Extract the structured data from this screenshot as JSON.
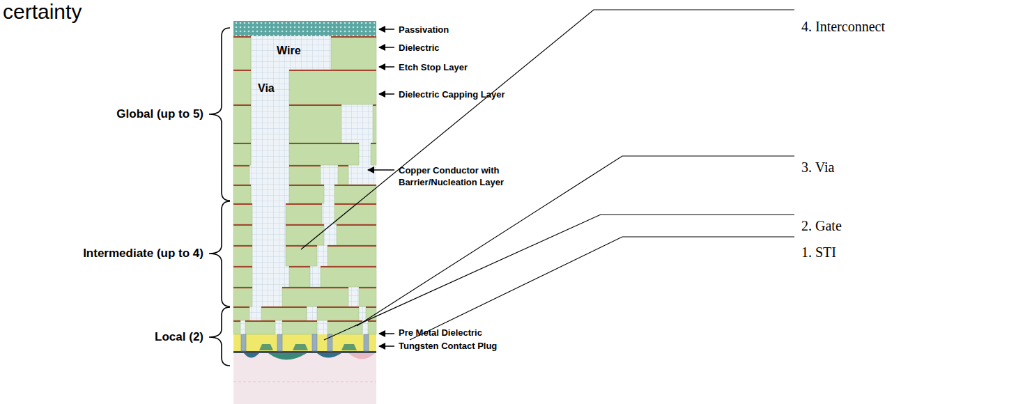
{
  "diagram": {
    "title": "certainty",
    "labels": [
      "Passivation",
      "Dielectric",
      "Etch Stop Layer",
      "Dielectric Capping Layer",
      "Copper Conductor with Barrier/Nucleation Layer",
      "Pre Metal Dielectric",
      "Tungsten Contact Plug",
      "Global (up to 5)",
      "Intermediate (up to 4)",
      "Local (2)",
      "Wire",
      "Via",
      "4. Interconnect",
      "3. Via",
      "2. Gate",
      "1. STI"
    ]
  }
}
